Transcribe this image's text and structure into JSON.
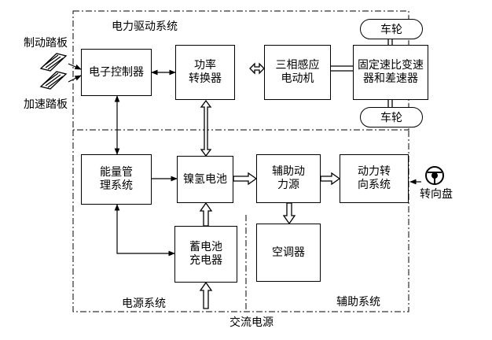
{
  "regions": {
    "drive": "电力驱动系统",
    "power": "电源系统",
    "aux": "辅助系统"
  },
  "external": {
    "brake_pedal": "制动踏板",
    "accel_pedal": "加速踏板",
    "steering_wheel": "转向盘",
    "ac_power": "交流电源"
  },
  "blocks": {
    "controller": "电子控制器",
    "converter": [
      "功率",
      "转换器"
    ],
    "motor": [
      "三相感应",
      "电动机"
    ],
    "gearbox": [
      "固定速比变速",
      "器和差速器"
    ],
    "wheel_top": "车轮",
    "wheel_bottom": "车轮",
    "energy_mgmt": [
      "能量管",
      "理系统"
    ],
    "battery": "镍氢电池",
    "aux_power": [
      "辅助动",
      "力源"
    ],
    "steering": [
      "动力转",
      "向系统"
    ],
    "charger": [
      "蓄电池",
      "充电器"
    ],
    "aircon": "空调器"
  },
  "icons": {
    "pedal": "pedal-icon",
    "steering_wheel": "steering-wheel-icon"
  }
}
